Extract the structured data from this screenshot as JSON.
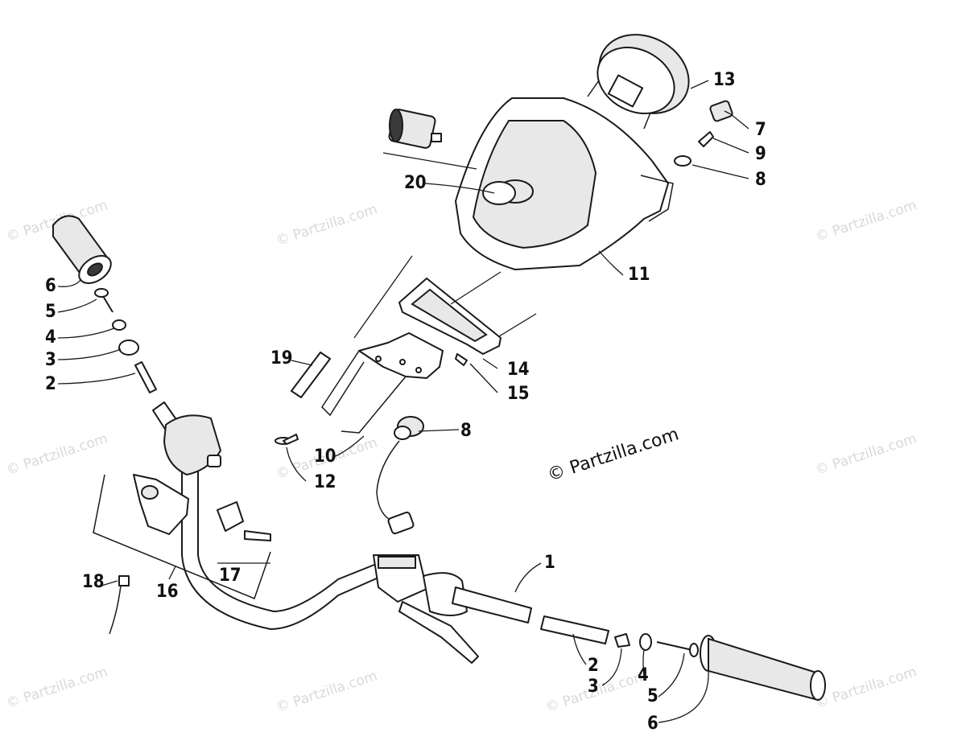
{
  "watermark": "© Partzilla.com",
  "main_credit": "© Partzilla.com",
  "callouts": {
    "c1": "1",
    "c2_left": "2",
    "c2_right": "2",
    "c3_left": "3",
    "c3_right": "3",
    "c4_left": "4",
    "c4_right": "4",
    "c5_left": "5",
    "c5_right": "5",
    "c6_left": "6",
    "c6_right": "6",
    "c7": "7",
    "c8_top": "8",
    "c8_mid": "8",
    "c9": "9",
    "c10": "10",
    "c11": "11",
    "c12": "12",
    "c13": "13",
    "c14": "14",
    "c15": "15",
    "c16": "16",
    "c17": "17",
    "c18": "18",
    "c19": "19",
    "c20": "20"
  }
}
